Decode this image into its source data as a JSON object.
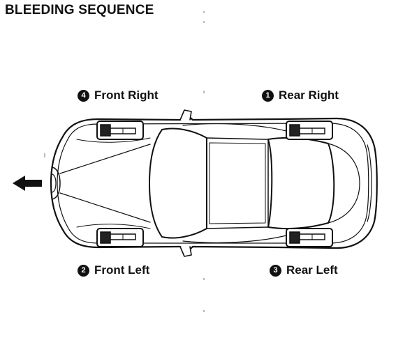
{
  "title": "BLEEDING SEQUENCE",
  "wheels": [
    {
      "step": "4",
      "label": "Front Right"
    },
    {
      "step": "1",
      "label": "Rear Right"
    },
    {
      "step": "2",
      "label": "Front Left"
    },
    {
      "step": "3",
      "label": "Rear Left"
    }
  ],
  "icons": {
    "arrow": "left-arrow-icon",
    "vehicle": "car-top-view-icon",
    "caliper": "brake-caliper-icon"
  }
}
